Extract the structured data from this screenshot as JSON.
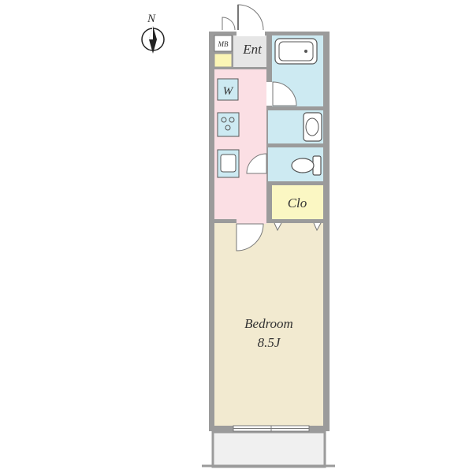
{
  "compass": {
    "label": "N",
    "icon": "north-arrow-icon"
  },
  "rooms": {
    "mb": {
      "label": "MB"
    },
    "entrance": {
      "label": "Ent"
    },
    "washer": {
      "label": "W"
    },
    "closet": {
      "label": "Clo"
    },
    "bedroom": {
      "label": "Bedroom",
      "size": "8.5J"
    }
  },
  "colors": {
    "wall": "#9b9b9b",
    "kitchen_corridor": "#fbdfe4",
    "wet_area": "#cdeaf2",
    "closet": "#fbf7c3",
    "bedroom": "#f2ead0",
    "entrance": "#e6e6e6",
    "balcony": "#f0f0f0",
    "mb": "#ffffff",
    "fixture_stroke": "#555555"
  }
}
